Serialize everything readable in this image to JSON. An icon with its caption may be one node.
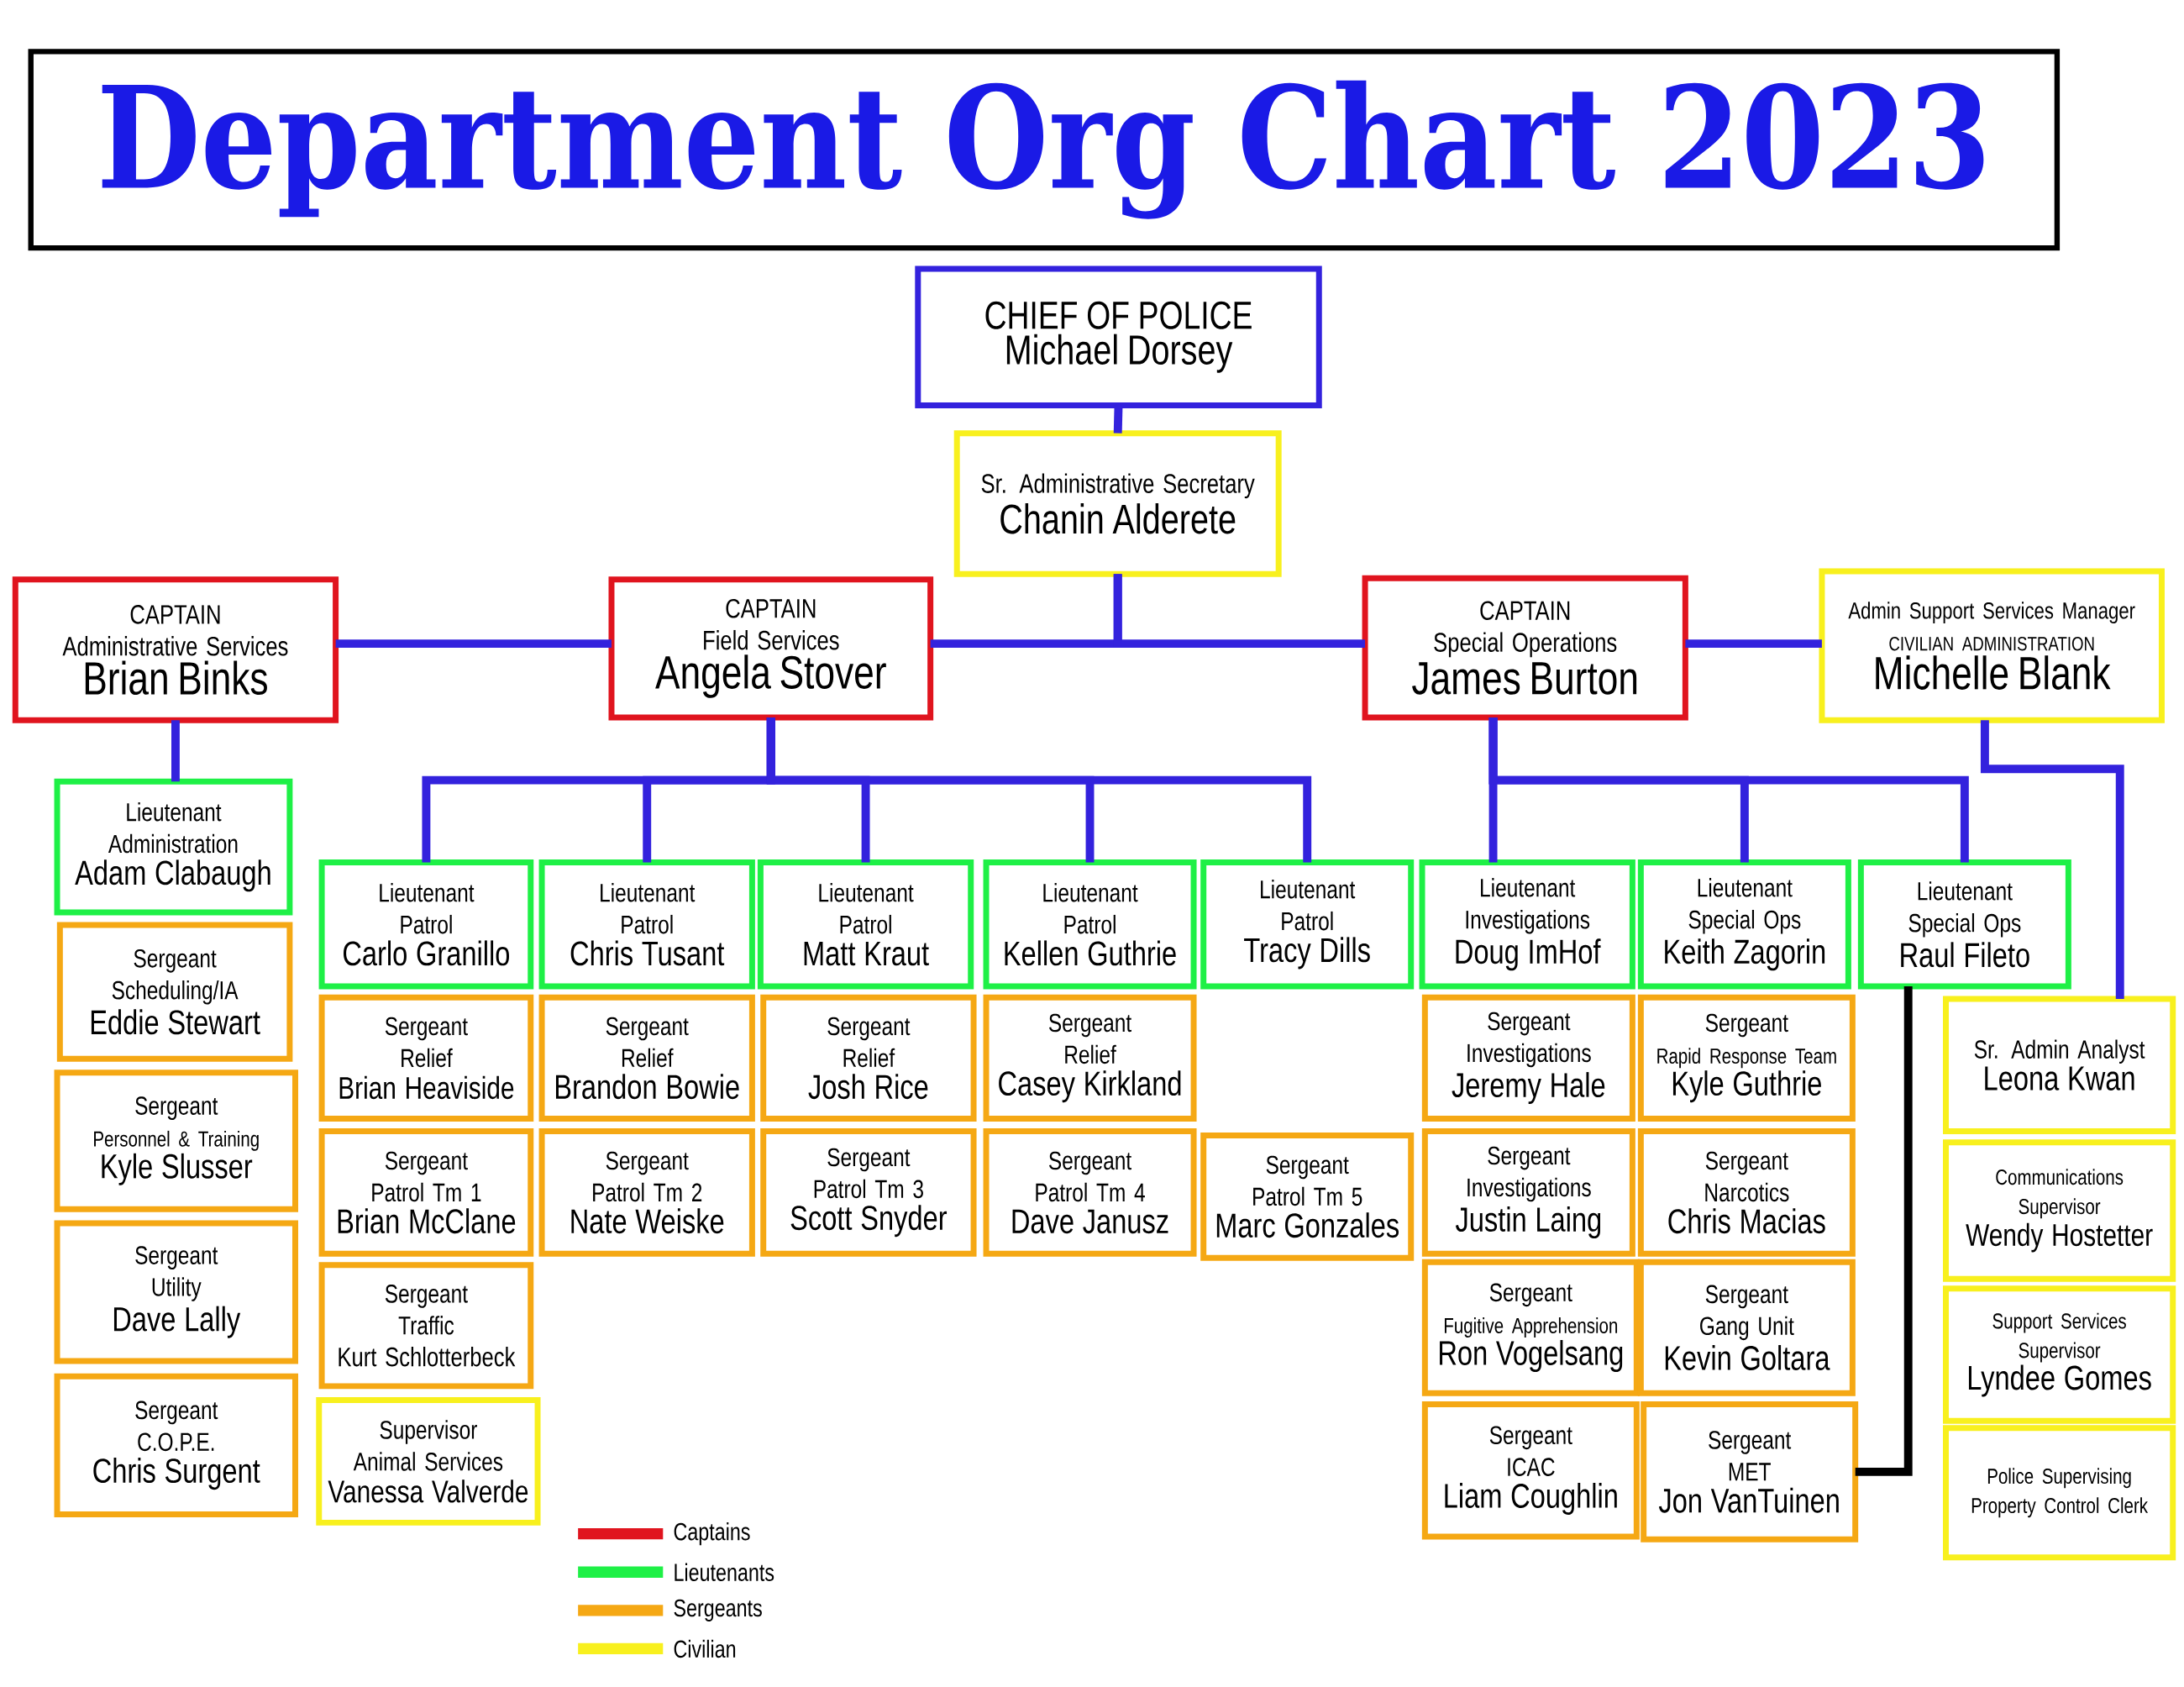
{
  "diagram": {
    "title": "Department Org Chart 2023",
    "nodes": [
      {
        "text": [
          "CHIEF OF POLICE",
          "Michael Dorsey"
        ]
      },
      {
        "text": [
          "Sr. Administrative Secretary",
          "Chanin Alderete"
        ]
      },
      {
        "text": [
          "CAPTAIN",
          "Administrative Services",
          "Brian Binks"
        ]
      },
      {
        "text": [
          "CAPTAIN",
          "Field Services",
          "Angela Stover"
        ]
      },
      {
        "text": [
          "CAPTAIN",
          "Special Operations",
          "James Burton"
        ]
      },
      {
        "text": [
          "Admin Support Services Manager",
          "CIVILIAN ADMINISTRATION",
          "Michelle Blank"
        ]
      },
      {
        "text": [
          "Lieutenant",
          "Administration",
          "Adam Clabaugh"
        ]
      },
      {
        "text": [
          "Sergeant",
          "Scheduling/IA",
          "Eddie Stewart"
        ]
      },
      {
        "text": [
          "Sergeant",
          "Personnel & Training",
          "Kyle Slusser"
        ]
      },
      {
        "text": [
          "Sergeant",
          "Utility",
          "Dave Lally"
        ]
      },
      {
        "text": [
          "Sergeant",
          "C.O.P.E.",
          "Chris Surgent"
        ]
      },
      {
        "text": [
          "Lieutenant",
          "Patrol",
          "Carlo Granillo"
        ]
      },
      {
        "text": [
          "Lieutenant",
          "Patrol",
          "Chris Tusant"
        ]
      },
      {
        "text": [
          "Lieutenant",
          "Patrol",
          "Matt Kraut"
        ]
      },
      {
        "text": [
          "Lieutenant",
          "Patrol",
          "Kellen Guthrie"
        ]
      },
      {
        "text": [
          "Lieutenant",
          "Patrol",
          "Tracy Dills"
        ]
      },
      {
        "text": [
          "Lieutenant",
          "Investigations",
          "Doug ImHof"
        ]
      },
      {
        "text": [
          "Lieutenant",
          "Special Ops",
          "Keith Zagorin"
        ]
      },
      {
        "text": [
          "Lieutenant",
          "Special Ops",
          "Raul Fileto"
        ]
      },
      {
        "text": [
          "Sergeant",
          "Relief",
          "Brian Heaviside"
        ]
      },
      {
        "text": [
          "Sergeant",
          "Patrol Tm 1",
          "Brian McClane"
        ]
      },
      {
        "text": [
          "Sergeant",
          "Traffic",
          "Kurt Schlotterbeck"
        ]
      },
      {
        "text": [
          "Supervisor",
          "Animal Services",
          "Vanessa Valverde"
        ]
      },
      {
        "text": [
          "Sergeant",
          "Relief",
          "Brandon Bowie"
        ]
      },
      {
        "text": [
          "Sergeant",
          "Patrol Tm 2",
          "Nate Weiske"
        ]
      },
      {
        "text": [
          "Sergeant",
          "Relief",
          "Josh Rice"
        ]
      },
      {
        "text": [
          "Sergeant",
          "Patrol Tm 3",
          "Scott Snyder"
        ]
      },
      {
        "text": [
          "Sergeant",
          "Relief",
          "Casey Kirkland"
        ]
      },
      {
        "text": [
          "Sergeant",
          "Patrol Tm 4",
          "Dave Janusz"
        ]
      },
      {
        "text": [
          "Sergeant",
          "Patrol Tm 5",
          "Marc Gonzales"
        ]
      },
      {
        "text": [
          "Sergeant",
          "Investigations",
          "Jeremy Hale"
        ]
      },
      {
        "text": [
          "Sergeant",
          "Rapid Response Team",
          "Kyle Guthrie"
        ]
      },
      {
        "text": [
          "Sergeant",
          "Investigations",
          "Justin Laing"
        ]
      },
      {
        "text": [
          "Sergeant",
          "Narcotics",
          "Chris Macias"
        ]
      },
      {
        "text": [
          "Sergeant",
          "Fugitive Apprehension",
          "Ron Vogelsang"
        ]
      },
      {
        "text": [
          "Sergeant",
          "Gang Unit",
          "Kevin Goltara"
        ]
      },
      {
        "text": [
          "Sergeant",
          "ICAC",
          "Liam Coughlin"
        ]
      },
      {
        "text": [
          "Sergeant",
          "MET",
          "Jon VanTuinen"
        ]
      },
      {
        "text": [
          "Sr. Admin Analyst",
          "Leona Kwan"
        ]
      },
      {
        "text": [
          "Communications Supervisor",
          "Wendy Hostetter"
        ]
      },
      {
        "text": [
          "Support Services Supervisor",
          "Lyndee Gomes"
        ]
      },
      {
        "text": [
          "Police Supervising Property Control Clerk"
        ]
      }
    ],
    "edges": [
      {
        "from": 0,
        "to": 1,
        "arrow": "none"
      },
      {
        "from": 1,
        "to": 3,
        "arrow": "none"
      },
      {
        "from": 1,
        "to": 4,
        "arrow": "none"
      },
      {
        "from": 2,
        "to": 3,
        "arrow": "none"
      },
      {
        "from": 4,
        "to": 5,
        "arrow": "none"
      },
      {
        "from": 2,
        "to": 6,
        "arrow": "none"
      },
      {
        "from": 3,
        "to": 11,
        "arrow": "none"
      },
      {
        "from": 3,
        "to": 12,
        "arrow": "none"
      },
      {
        "from": 3,
        "to": 13,
        "arrow": "none"
      },
      {
        "from": 3,
        "to": 14,
        "arrow": "none"
      },
      {
        "from": 3,
        "to": 15,
        "arrow": "none"
      },
      {
        "from": 4,
        "to": 16,
        "arrow": "none"
      },
      {
        "from": 4,
        "to": 17,
        "arrow": "none"
      },
      {
        "from": 4,
        "to": 18,
        "arrow": "none"
      },
      {
        "from": 5,
        "to": 38,
        "arrow": "none"
      },
      {
        "from": 18,
        "to": 37,
        "arrow": "none",
        "color": "#000000"
      }
    ],
    "legend": [
      {
        "text": "Captains",
        "color": "#e0141e"
      },
      {
        "text": "Lieutenants",
        "color": "#1ef046"
      },
      {
        "text": "Sergeants",
        "color": "#f5a814"
      },
      {
        "text": "Civilian",
        "color": "#f8f01e"
      }
    ]
  }
}
